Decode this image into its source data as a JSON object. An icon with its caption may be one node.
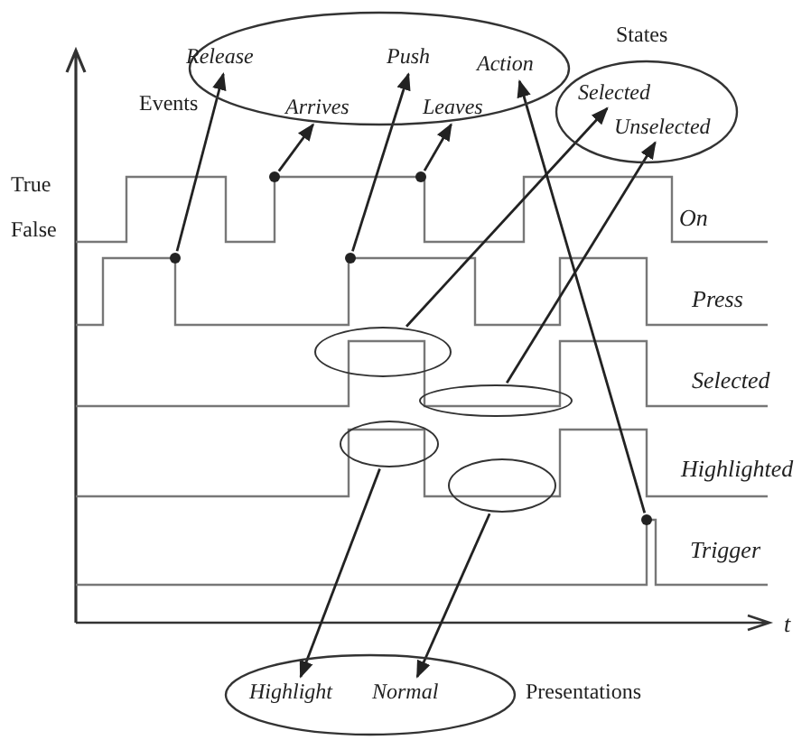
{
  "diagram": {
    "nodes": [
      {
        "text": [
          "Events"
        ]
      },
      {
        "text": [
          "Release"
        ],
        "in": 0
      },
      {
        "text": [
          "Arrives"
        ],
        "in": 0
      },
      {
        "text": [
          "Push"
        ],
        "in": 0
      },
      {
        "text": [
          "Leaves"
        ],
        "in": 0
      },
      {
        "text": [
          "Action"
        ],
        "in": 0
      },
      {
        "text": [
          "States"
        ]
      },
      {
        "text": [
          "Selected"
        ],
        "in": 6
      },
      {
        "text": [
          "Unselected"
        ],
        "in": 6
      },
      {
        "text": [
          "Presentations"
        ]
      },
      {
        "text": [
          "Highlight"
        ],
        "in": 9
      },
      {
        "text": [
          "Normal"
        ],
        "in": 9
      },
      {
        "text": [],
        "shape": "ellipse"
      },
      {
        "text": [],
        "shape": "ellipse"
      },
      {
        "text": [],
        "shape": "ellipse"
      },
      {
        "text": [],
        "shape": "ellipse"
      },
      {
        "text": [],
        "shape": "dot"
      },
      {
        "text": [],
        "shape": "dot"
      },
      {
        "text": [],
        "shape": "dot"
      },
      {
        "text": [],
        "shape": "dot"
      },
      {
        "text": [],
        "shape": "dot"
      }
    ],
    "edges": [
      {
        "from": 16,
        "to": 1,
        "arrow": "to"
      },
      {
        "from": 17,
        "to": 2,
        "arrow": "to"
      },
      {
        "from": 18,
        "to": 3,
        "arrow": "to"
      },
      {
        "from": 19,
        "to": 4,
        "arrow": "to"
      },
      {
        "from": 20,
        "to": 5,
        "arrow": "to"
      },
      {
        "from": 12,
        "to": 7,
        "arrow": "to"
      },
      {
        "from": 13,
        "to": 8,
        "arrow": "to"
      },
      {
        "from": 14,
        "to": 10,
        "arrow": "to"
      },
      {
        "from": 15,
        "to": 11,
        "arrow": "to"
      }
    ],
    "labels": [
      "True",
      "False",
      "On",
      "Press",
      "Selected",
      "Highlighted",
      "Trigger",
      "t"
    ]
  }
}
